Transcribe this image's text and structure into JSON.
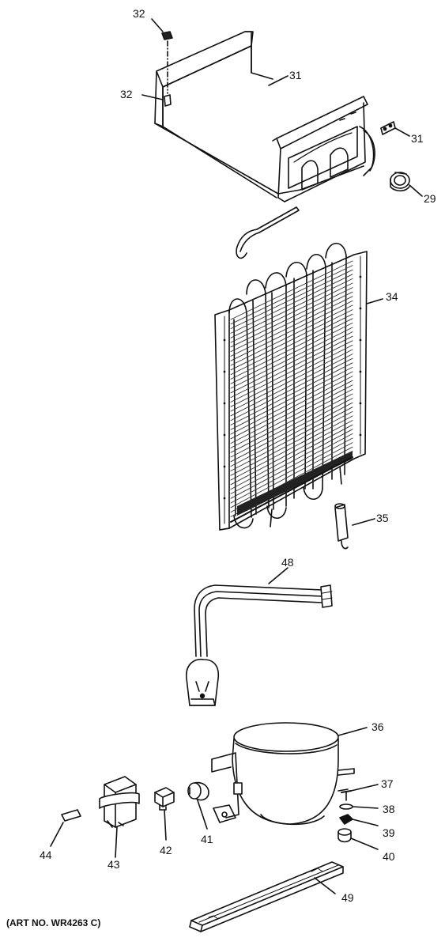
{
  "callouts": {
    "p32a": "32",
    "p32b": "32",
    "p31a": "31",
    "p31b": "31",
    "p29": "29",
    "p34": "34",
    "p35": "35",
    "p48": "48",
    "p36": "36",
    "p37": "37",
    "p38": "38",
    "p39": "39",
    "p40": "40",
    "p41": "41",
    "p42": "42",
    "p43": "43",
    "p44": "44",
    "p49": "49"
  },
  "art_number": "(ART NO. WR4263 C)"
}
